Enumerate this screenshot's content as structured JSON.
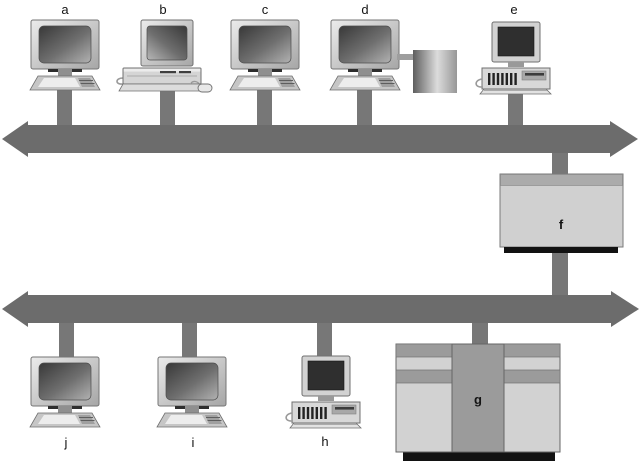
{
  "diagram": {
    "type": "bus-network-topology",
    "background_color": "#ffffff",
    "labels": {
      "a": "a",
      "b": "b",
      "c": "c",
      "d": "d",
      "e": "e",
      "f": "f",
      "g": "g",
      "h": "h",
      "i": "i",
      "j": "j"
    },
    "nodes": [
      {
        "id": "a",
        "icon": "workstation-icon",
        "bus": "top"
      },
      {
        "id": "b",
        "icon": "desktop-computer-icon",
        "bus": "top"
      },
      {
        "id": "c",
        "icon": "workstation-icon",
        "bus": "top"
      },
      {
        "id": "d",
        "icon": "workstation-icon",
        "attached_peripheral": "disk-drive-icon",
        "bus": "top"
      },
      {
        "id": "e",
        "icon": "personal-computer-icon",
        "bus": "top"
      },
      {
        "id": "f",
        "icon": "bridge-box-icon",
        "bus": "both"
      },
      {
        "id": "g",
        "icon": "mainframe-icon",
        "bus": "bottom"
      },
      {
        "id": "h",
        "icon": "personal-computer-icon",
        "bus": "bottom"
      },
      {
        "id": "i",
        "icon": "workstation-icon",
        "bus": "bottom"
      },
      {
        "id": "j",
        "icon": "workstation-icon",
        "bus": "bottom"
      }
    ],
    "buses": [
      {
        "name": "top-bus",
        "shape": "double-arrow-band",
        "attached": [
          "a",
          "b",
          "c",
          "d",
          "e",
          "f"
        ]
      },
      {
        "name": "bottom-bus",
        "shape": "double-arrow-band",
        "attached": [
          "j",
          "i",
          "h",
          "g",
          "f"
        ]
      }
    ],
    "colors": {
      "bus": "#6c6c6c",
      "drop_line": "#777777",
      "device_body": "#d0d0d0",
      "panel_gray": "#9b9b9b",
      "screen_dark": "#2f2f2f",
      "base_shadow": "#121212"
    }
  }
}
